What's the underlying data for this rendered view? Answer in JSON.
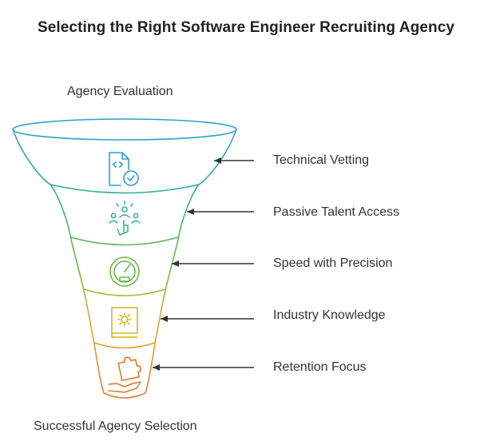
{
  "title": "Selecting the Right Software Engineer Recruiting Agency",
  "top_label": "Agency Evaluation",
  "bottom_label": "Successful Agency Selection",
  "stages": [
    {
      "label": "Technical Vetting",
      "icon": "code-document-check-icon",
      "color": "#2b9fd8"
    },
    {
      "label": "Passive Talent Access",
      "icon": "people-hand-icon",
      "color": "#2fb08a"
    },
    {
      "label": "Speed with Precision",
      "icon": "speedometer-icon",
      "color": "#69b84a"
    },
    {
      "label": "Industry Knowledge",
      "icon": "gear-book-icon",
      "color": "#d9b21f"
    },
    {
      "label": "Retention Focus",
      "icon": "puzzle-hand-icon",
      "color": "#e07a2c"
    }
  ]
}
